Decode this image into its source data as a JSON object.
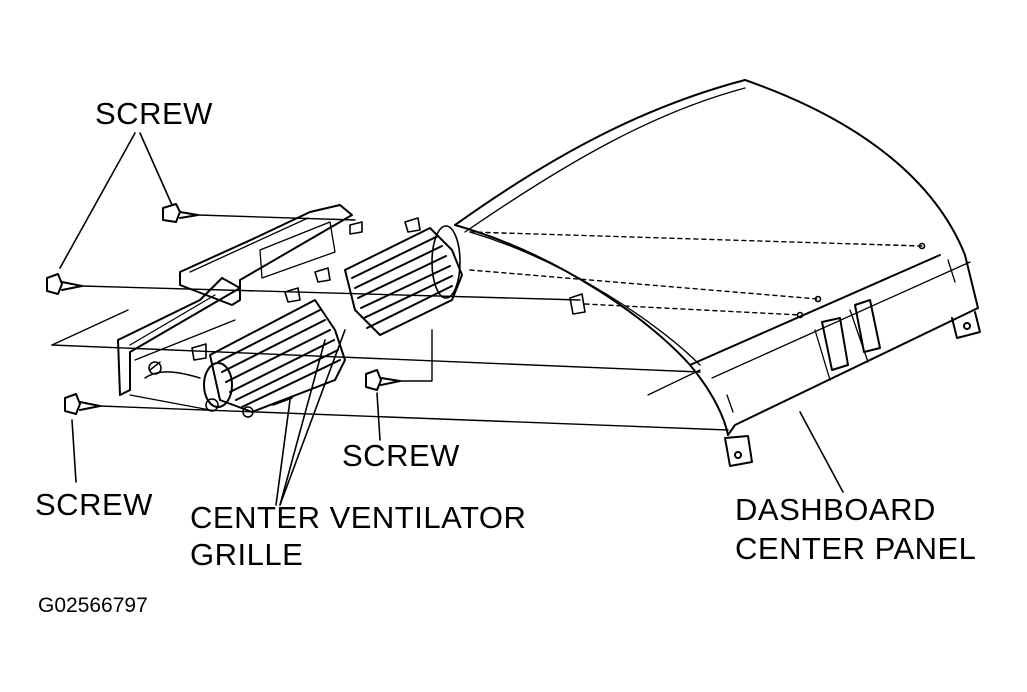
{
  "labels": {
    "screw_top": "SCREW",
    "screw_bottom_left": "SCREW",
    "screw_middle": "SCREW",
    "grille_line1": "CENTER VENTILATOR",
    "grille_line2": "GRILLE",
    "panel_line1": "DASHBOARD",
    "panel_line2": "CENTER PANEL"
  },
  "figure_id": "G02566797",
  "colors": {
    "ink": "#000000",
    "paper": "#ffffff"
  }
}
